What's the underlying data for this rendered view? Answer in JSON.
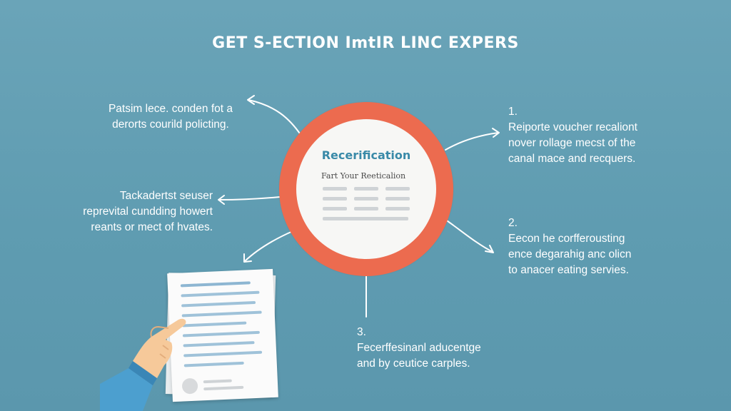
{
  "title": "GET S-ECTION ImtIR LINC EXPERS",
  "center": {
    "title": "Recerification",
    "subtitle": "Fart Your Reeticalion"
  },
  "left_top": {
    "lines": [
      "Patsim lece. conden fot a",
      "derorts courild policting."
    ]
  },
  "left_mid": {
    "lines": [
      "Tackadertst seuser",
      "reprevital cundding howert",
      "reants or mect of hvates."
    ]
  },
  "right_1": {
    "number": "1.",
    "lines": [
      "Reiporte voucher recaliont",
      "nover rollage mecst of the",
      "canal mace and recquers."
    ]
  },
  "right_2": {
    "number": "2.",
    "lines": [
      "Eecon he corfferousting",
      "ence degarahig anc olicn",
      "to anacer eating servies."
    ]
  },
  "bottom_3": {
    "number": "3.",
    "lines": [
      "Fecerffesinanl aducentge",
      "and by ceutice carples."
    ]
  },
  "colors": {
    "background": "#5f9db2",
    "ring": "#ec6b4f",
    "disc": "#f7f7f5",
    "center_title": "#3a8aa8",
    "text": "#ffffff"
  }
}
